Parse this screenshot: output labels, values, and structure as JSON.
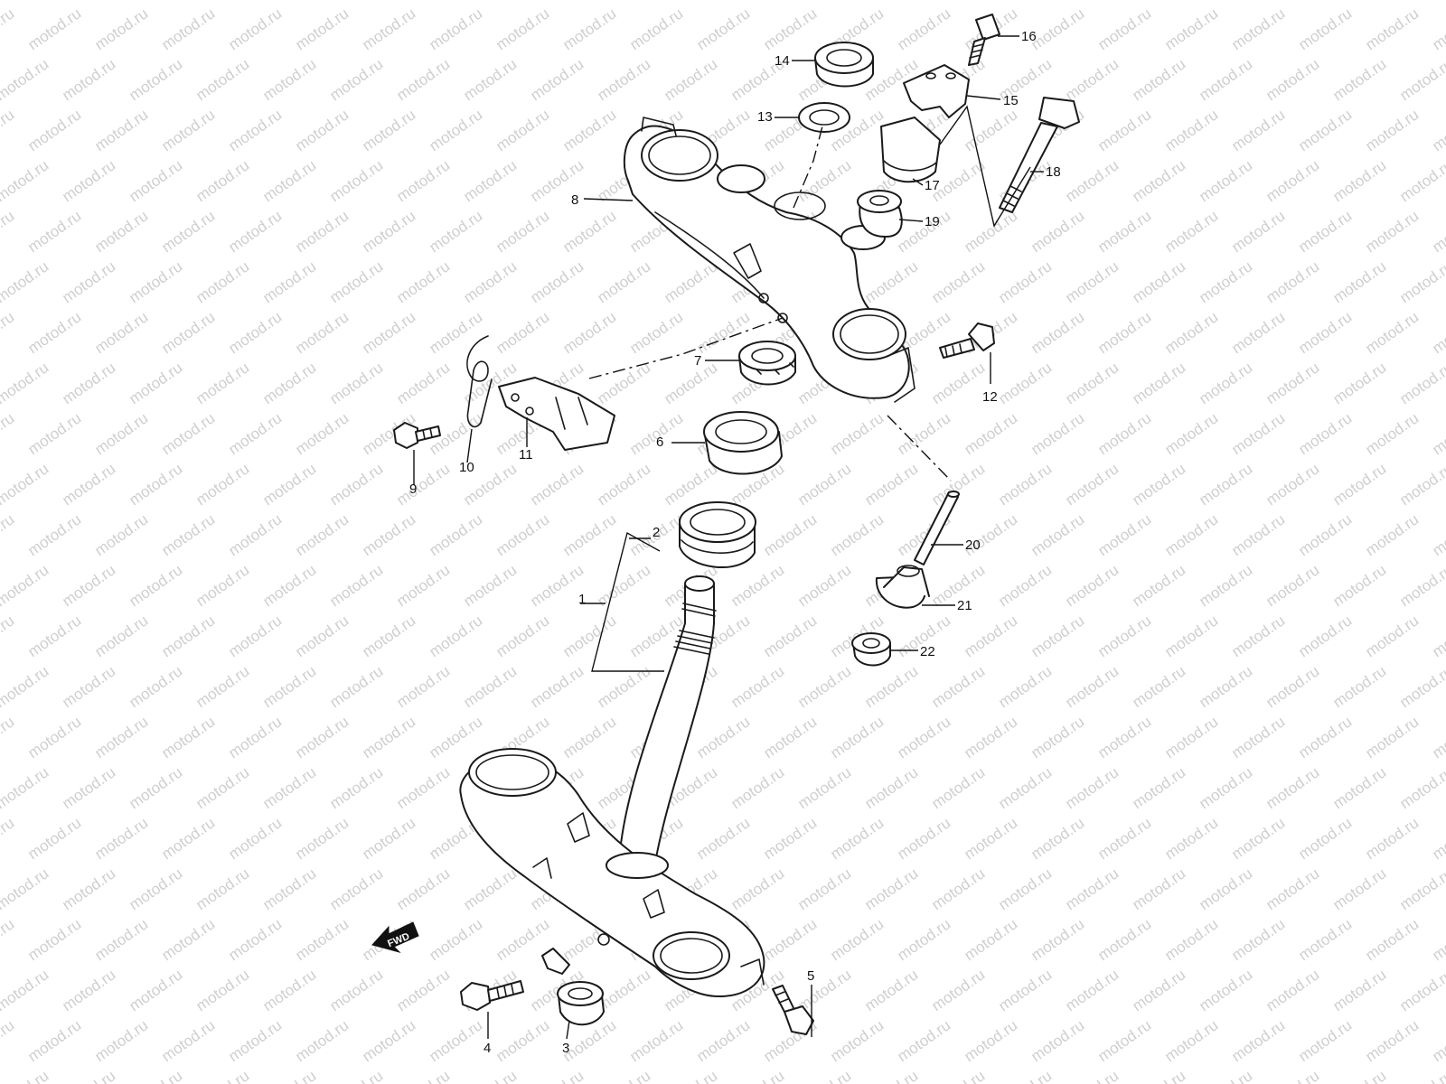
{
  "watermark": {
    "text": "motod.ru",
    "color": "#cfcfcf"
  },
  "fwd_arrow": {
    "label": "FWD"
  },
  "callouts": [
    {
      "id": "1",
      "label": "1"
    },
    {
      "id": "2",
      "label": "2"
    },
    {
      "id": "3",
      "label": "3"
    },
    {
      "id": "4",
      "label": "4"
    },
    {
      "id": "5",
      "label": "5"
    },
    {
      "id": "6",
      "label": "6"
    },
    {
      "id": "7",
      "label": "7"
    },
    {
      "id": "8",
      "label": "8"
    },
    {
      "id": "9",
      "label": "9"
    },
    {
      "id": "10",
      "label": "10"
    },
    {
      "id": "11",
      "label": "11"
    },
    {
      "id": "12",
      "label": "12"
    },
    {
      "id": "13",
      "label": "13"
    },
    {
      "id": "14",
      "label": "14"
    },
    {
      "id": "15",
      "label": "15"
    },
    {
      "id": "16",
      "label": "16"
    },
    {
      "id": "17",
      "label": "17"
    },
    {
      "id": "18",
      "label": "18"
    },
    {
      "id": "19",
      "label": "19"
    },
    {
      "id": "20",
      "label": "20"
    },
    {
      "id": "21",
      "label": "21"
    },
    {
      "id": "22",
      "label": "22"
    }
  ]
}
